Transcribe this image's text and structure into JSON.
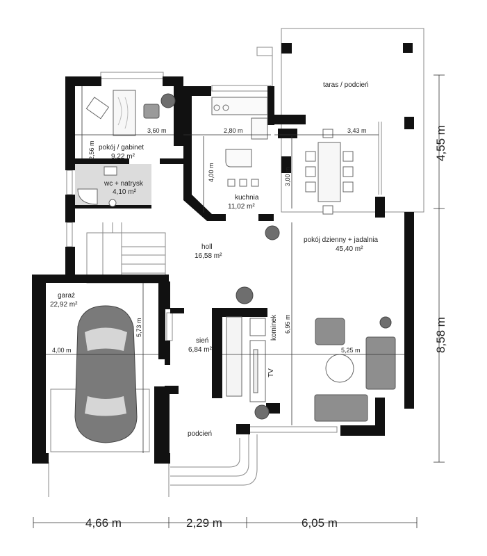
{
  "rooms": {
    "taras": {
      "name": "taras / podcień"
    },
    "gabinet": {
      "name": "pokój / gabinet",
      "area": "9,22 m²"
    },
    "wc": {
      "name": "wc + natrysk",
      "area": "4,10 m²"
    },
    "kuchnia": {
      "name": "kuchnia",
      "area": "11,02 m²"
    },
    "dzienny": {
      "name": "pokój dzienny + jadalnia",
      "area": "45,40 m²"
    },
    "holl": {
      "name": "holl",
      "area": "16,58 m²"
    },
    "garaz": {
      "name": "garaż",
      "area": "22,92 m²"
    },
    "sien": {
      "name": "sień",
      "area": "6,84 m²"
    },
    "podcien": {
      "name": "podcień"
    }
  },
  "labels": {
    "kominek": "kominek",
    "tv": "TV"
  },
  "inner_dims": {
    "d360": "3,60 m",
    "d280": "2,80 m",
    "d343": "3,43 m",
    "d256": "2,56 m",
    "d400k": "4,00 m",
    "d300": "3,00 m",
    "d695": "6,95 m",
    "d573": "5,73 m",
    "d400g": "4,00 m",
    "d525": "5,25 m"
  },
  "outer_dims": {
    "bottom": [
      "4,66 m",
      "2,29 m",
      "6,05 m"
    ],
    "right": [
      "4,55 m",
      "8,58 m"
    ]
  }
}
